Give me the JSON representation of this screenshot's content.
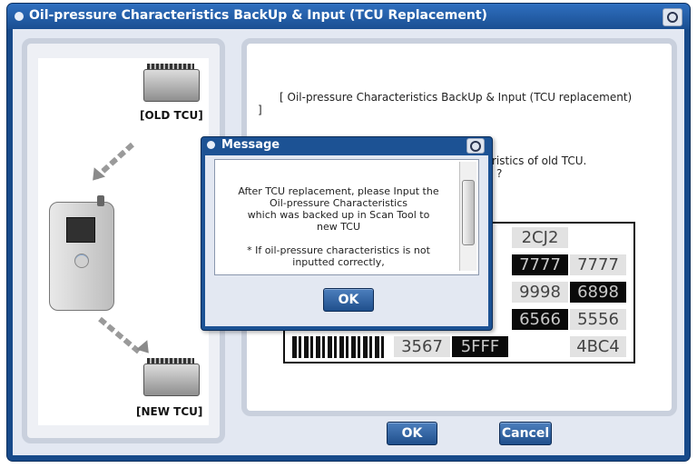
{
  "window": {
    "title": "Oil-pressure Characteristics BackUp & Input (TCU Replacement)",
    "icons": {
      "title_icon": "circle-icon",
      "screenshot_icon": "camera-icon"
    }
  },
  "left_panel": {
    "old_tcu_label": "[OLD TCU]",
    "new_tcu_label": "[NEW TCU]",
    "icons": [
      "ecu-module-icon",
      "scan-tool-icon",
      "dashed-arrow-icon"
    ]
  },
  "right_panel": {
    "heading_line1": "[ Oil-pressure Characteristics BackUp & Input (TCU  replacement)",
    "heading_line2": "]",
    "partial_line1": "ristics of old TCU.",
    "partial_line2": "?",
    "grid": [
      [
        "2CJ2",
        "",
        ""
      ],
      [
        "7777",
        "7777",
        ""
      ],
      [
        "9998",
        "6898",
        ""
      ],
      [
        "6566",
        "5556",
        ""
      ],
      [
        "3567",
        "5FFF",
        "4BC4"
      ]
    ]
  },
  "buttons": {
    "ok": "OK",
    "cancel": "Cancel"
  },
  "modal": {
    "title": "Message",
    "message": "After TCU replacement, please Input the\nOil-pressure Characteristics\nwhich was backed up in Scan Tool to\nnew TCU\n\n* If oil-pressure characteristics is not\ninputted correctly,",
    "ok": "OK"
  },
  "colors": {
    "window_frame": "#174a8a",
    "title_bar": "#2f6fbf",
    "button": "#2a5c9c",
    "panel_bg": "#e3e8f2"
  }
}
